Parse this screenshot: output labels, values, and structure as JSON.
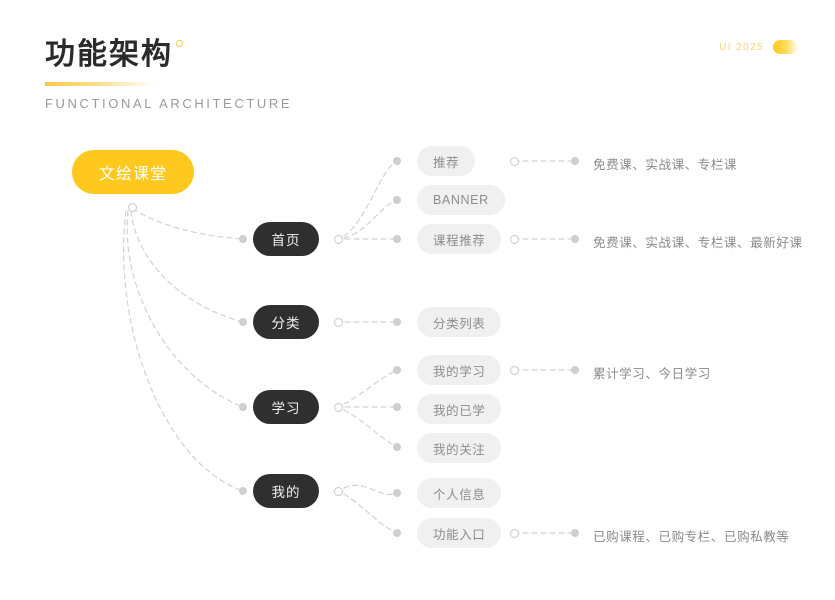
{
  "header": {
    "title_cn": "功能架构",
    "title_en": "FUNCTIONAL ARCHITECTURE"
  },
  "badge": {
    "text": "UI  2025"
  },
  "diagram": {
    "root": {
      "label": "文绘课堂"
    },
    "branches": [
      {
        "label": "首页",
        "children": [
          {
            "label": "推荐",
            "detail": "免费课、实战课、专栏课"
          },
          {
            "label": "BANNER",
            "detail": ""
          },
          {
            "label": "课程推荐",
            "detail": "免费课、实战课、专栏课、最新好课"
          }
        ]
      },
      {
        "label": "分类",
        "children": [
          {
            "label": "分类列表",
            "detail": ""
          }
        ]
      },
      {
        "label": "学习",
        "children": [
          {
            "label": "我的学习",
            "detail": "累计学习、今日学习"
          },
          {
            "label": "我的已学",
            "detail": ""
          },
          {
            "label": "我的关注",
            "detail": ""
          }
        ]
      },
      {
        "label": "我的",
        "children": [
          {
            "label": "个人信息",
            "detail": ""
          },
          {
            "label": "功能入口",
            "detail": "已购课程、已购专栏、已购私教等"
          }
        ]
      }
    ]
  },
  "colors": {
    "accent": "#FFC81E",
    "node_dark": "#2F2F2F",
    "node_light": "#F0F0F0",
    "line": "#D2D2D2",
    "text_muted": "#8A8A8A"
  }
}
